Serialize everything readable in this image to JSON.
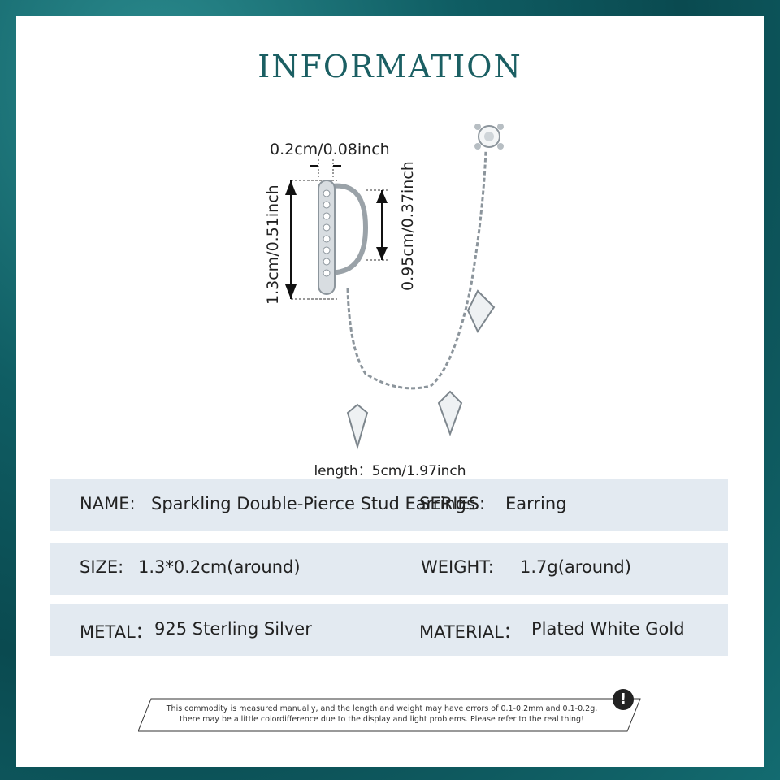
{
  "title": "INFORMATION",
  "dimensions": {
    "width": "0.2cm/0.08inch",
    "height": "1.3cm/0.51inch",
    "inner": "0.95cm/0.37inch",
    "length": "length：5cm/1.97inch"
  },
  "specs": [
    {
      "label": "NAME:",
      "value": "Sparkling Double-Pierce Stud Earrings",
      "label2": "SERIES:",
      "value2": "Earring"
    },
    {
      "label": "SIZE:",
      "value": "1.3*0.2cm(around)",
      "label2": "WEIGHT:",
      "value2": "1.7g(around)"
    },
    {
      "label": "METAL：",
      "value": "925 Sterling Silver",
      "label2": "MATERIAL：",
      "value2": "Plated White Gold"
    }
  ],
  "notice": {
    "line1": "This commodity is measured manually, and the length and weight may have errors of 0.1-0.2mm and 0.1-0.2g,",
    "line2": "there may be a little colordifference due to the display and light problems. Please refer to the real thing!",
    "icon": "exclamation-icon"
  },
  "colors": {
    "accent": "#1b5f63",
    "row_bg": "#e3eaf1",
    "background": "#0f5d63"
  }
}
